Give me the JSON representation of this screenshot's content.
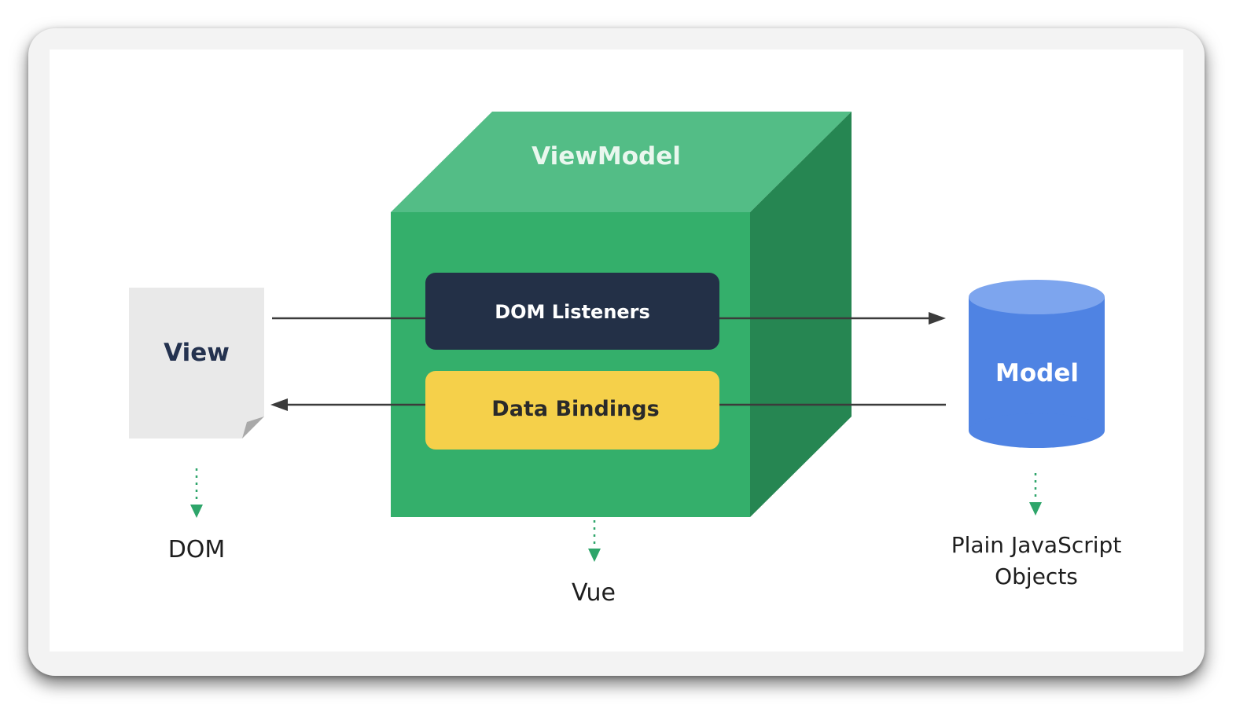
{
  "diagram": {
    "viewmodel_label": "ViewModel",
    "view_label": "View",
    "dom_listeners_label": "DOM Listeners",
    "data_bindings_label": "Data Bindings",
    "model_label": "Model",
    "dom_caption": "DOM",
    "vue_caption": "Vue",
    "model_caption_line1": "Plain JavaScript",
    "model_caption_line2": "Objects"
  },
  "colors": {
    "cube_front": "#34af6b",
    "cube_top": "#53bd86",
    "cube_side": "#268652",
    "dom_listeners_bg": "#233047",
    "data_bindings_bg": "#f5d04a",
    "model_body": "#4f83e3",
    "model_top": "#7da5ee",
    "view_page": "#e9e9e9",
    "arrow": "#3b3b3b",
    "dotted_arrow": "#2ea56a"
  }
}
